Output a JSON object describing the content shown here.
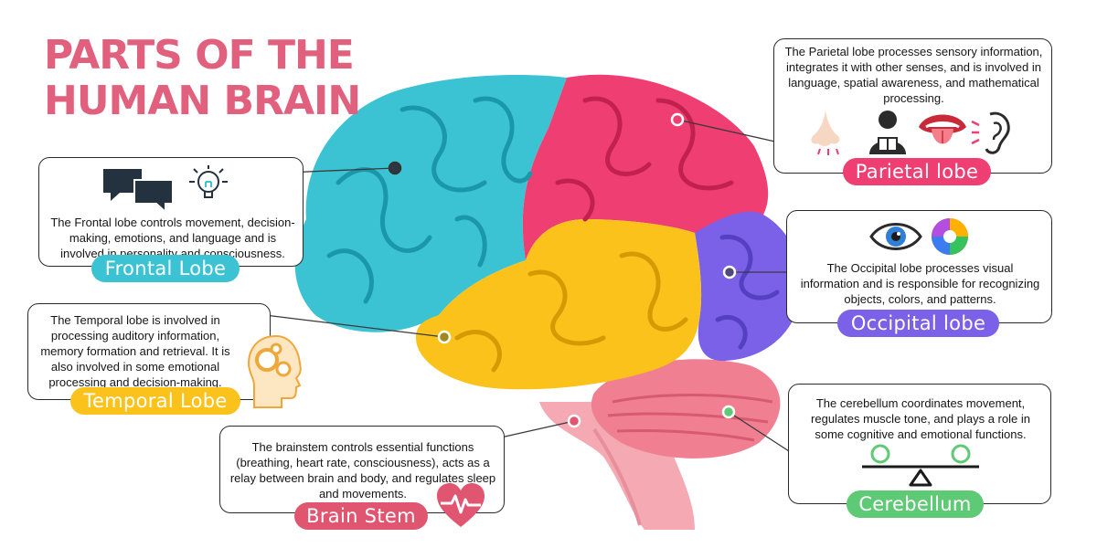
{
  "title": {
    "line1": "PARTS OF THE",
    "line2": "HUMAN BRAIN"
  },
  "colors": {
    "title": "#e0607e",
    "frontal": "#3cc3d3",
    "parietal": "#ee3e72",
    "temporal": "#fbc21c",
    "occipital": "#7b61e8",
    "cerebellum": "#5fca76",
    "brainstem": "#e0556f"
  },
  "frontal": {
    "label": "Frontal Lobe",
    "text": "The Frontal lobe controls movement, decision-making, emotions, and language and is involved in personality and consciousness.",
    "icons": [
      "speech-bubbles-icon",
      "lightbulb-icon"
    ]
  },
  "parietal": {
    "label": "Parietal lobe",
    "text": "The Parietal lobe processes sensory information, integrates it with other senses, and is involved in language, spatial awareness, and mathematical processing.",
    "icons": [
      "nose-icon",
      "reader-icon",
      "tongue-icon",
      "ear-icon"
    ]
  },
  "occipital": {
    "label": "Occipital lobe",
    "text": "The Occipital lobe processes visual information and is responsible for recognizing objects, colors, and patterns.",
    "icons": [
      "eye-icon",
      "color-wheel-icon"
    ]
  },
  "temporal": {
    "label": "Temporal Lobe",
    "text": "The Temporal lobe is involved in processing auditory information, memory formation and retrieval. It is also involved in some emotional processing and decision-making.",
    "icons": [
      "head-gears-icon"
    ]
  },
  "brainstem": {
    "label": "Brain Stem",
    "text": "The brainstem controls essential functions (breathing, heart rate, consciousness), acts as a relay between brain and body, and regulates sleep and movements.",
    "icons": [
      "heart-pulse-icon"
    ]
  },
  "cerebellum": {
    "label": "Cerebellum",
    "text": "The cerebellum coordinates movement, regulates muscle tone, and plays a role in some cognitive and emotional functions.",
    "icons": [
      "balance-icon"
    ]
  }
}
